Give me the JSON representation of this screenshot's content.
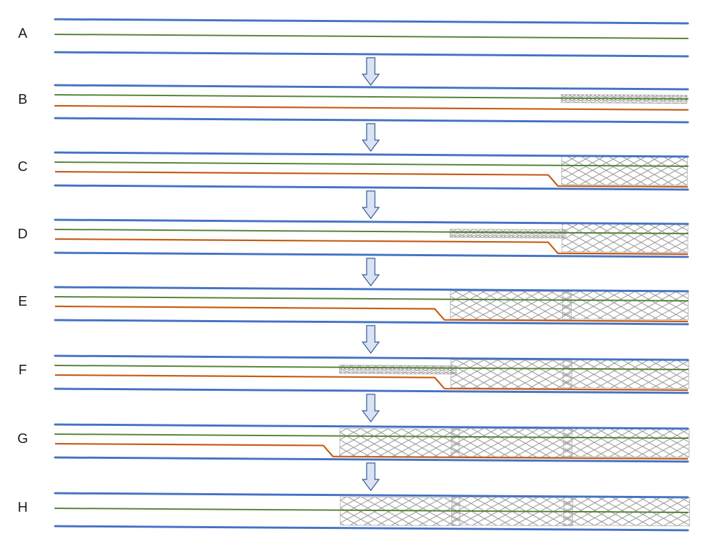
{
  "colors": {
    "vessel": "#4472c4",
    "wire_green": "#548235",
    "wire_orange": "#c55a11",
    "stent_mesh": "#9a9a9a",
    "arrow_fill": "#dae3f3",
    "arrow_stroke": "#2f5597"
  },
  "panels": [
    {
      "label": "A",
      "wires": [
        "green"
      ],
      "stents": []
    },
    {
      "label": "B",
      "wires": [
        "green",
        "orange"
      ],
      "stents": [
        "crimped-1"
      ]
    },
    {
      "label": "C",
      "wires": [
        "green",
        "orange-step-1"
      ],
      "stents": [
        "expanded-1"
      ]
    },
    {
      "label": "D",
      "wires": [
        "green",
        "orange-step-1"
      ],
      "stents": [
        "expanded-1",
        "crimped-2"
      ]
    },
    {
      "label": "E",
      "wires": [
        "green",
        "orange-step-2"
      ],
      "stents": [
        "expanded-1",
        "expanded-2"
      ]
    },
    {
      "label": "F",
      "wires": [
        "green",
        "orange-step-2"
      ],
      "stents": [
        "expanded-1",
        "expanded-2",
        "crimped-3"
      ]
    },
    {
      "label": "G",
      "wires": [
        "green",
        "orange-step-3"
      ],
      "stents": [
        "expanded-1",
        "expanded-2",
        "expanded-3"
      ]
    },
    {
      "label": "H",
      "wires": [
        "green"
      ],
      "stents": [
        "expanded-1",
        "expanded-2",
        "expanded-3"
      ]
    }
  ],
  "arrows": {
    "count": 7,
    "icon": "down-arrow-icon"
  }
}
